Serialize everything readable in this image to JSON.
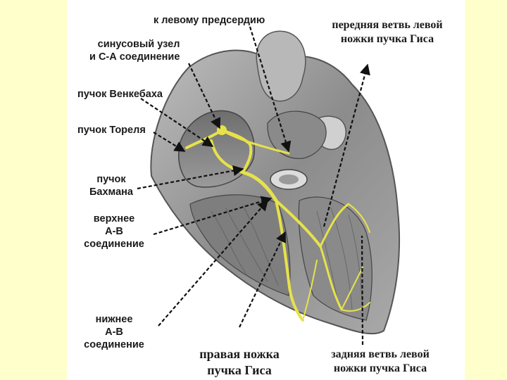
{
  "labels": {
    "left_atrium": "к левому предсердию",
    "sinus_node_l1": "синусовый узел",
    "sinus_node_l2": "и С-А соединение",
    "wenckebach": "пучок Венкебаха",
    "thorel": "пучок Тореля",
    "bachmann_l1": "пучок",
    "bachmann_l2": "Бахмана",
    "upper_av_l1": "верхнее",
    "upper_av_l2": "А-В",
    "upper_av_l3": "соединение",
    "lower_av_l1": "нижнее",
    "lower_av_l2": "А-В",
    "lower_av_l3": "соединение",
    "right_bundle_l1": "правая ножка",
    "right_bundle_l2": "пучка Гиса",
    "left_ant_l1": "передняя ветвь левой",
    "left_ant_l2": "ножки пучка Гиса",
    "left_post_l1": "задняя ветвь левой",
    "left_post_l2": "ножки пучка Гиса"
  },
  "colors": {
    "background": "#ffffcc",
    "conduction_system": "#e6e24a",
    "leader_line": "#111111"
  }
}
